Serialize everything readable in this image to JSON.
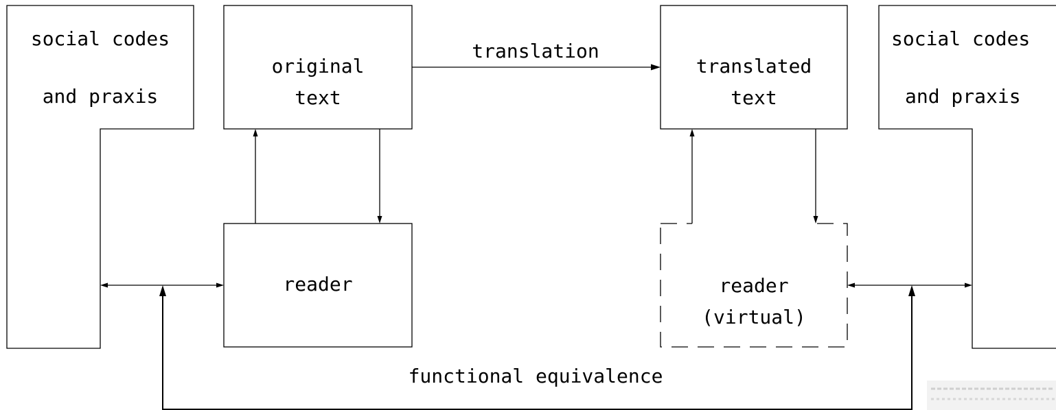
{
  "diagram": {
    "left_context": {
      "line1": "social codes",
      "line2": "and praxis"
    },
    "original_text": {
      "line1": "original",
      "line2": "text"
    },
    "translation_label": "translation",
    "translated_text": {
      "line1": "translated",
      "line2": "text"
    },
    "right_context": {
      "line1": "social codes",
      "line2": "and praxis"
    },
    "reader": "reader",
    "reader_virtual": {
      "line1": "reader",
      "line2": "(virtual)"
    },
    "equivalence_label": "functional equivalence"
  }
}
